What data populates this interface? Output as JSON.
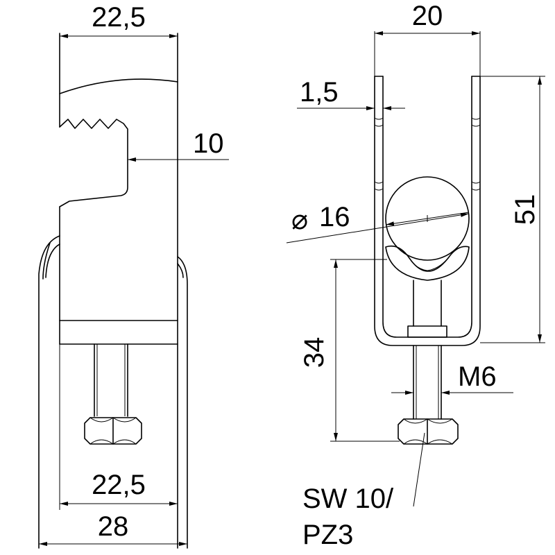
{
  "diagram": {
    "left_view": {
      "top_width": "22,5",
      "offset": "10",
      "bottom_inner_width": "22,5",
      "bottom_overall_width": "28"
    },
    "right_view": {
      "top_width": "20",
      "wall_thickness": "1,5",
      "diameter_symbol": "⌀",
      "diameter_value": "16",
      "height_overall": "51",
      "height_lower": "34",
      "thread": "M6",
      "nut_note_line1": "SW 10/",
      "nut_note_line2": "PZ3"
    }
  }
}
